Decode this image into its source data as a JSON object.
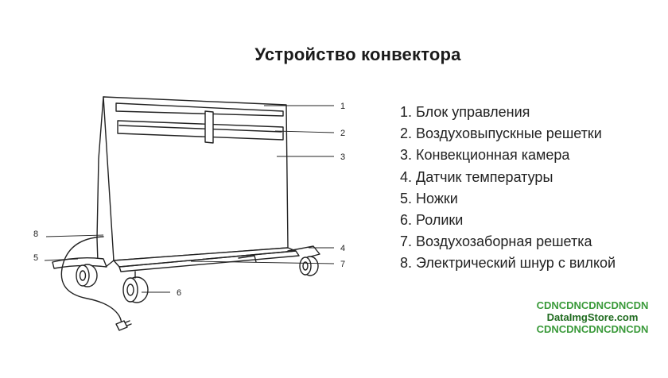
{
  "title": "Устройство конвектора",
  "callouts": [
    "1",
    "2",
    "3",
    "4",
    "5",
    "6",
    "7",
    "8"
  ],
  "legend": [
    "1. Блок управления",
    "2. Воздуховыпускные решетки",
    "3. Конвекционная камера",
    "4. Датчик температуры",
    "5. Ножки",
    "6. Ролики",
    "7. Воздухозаборная решетка",
    "8. Электрический шнур с вилкой"
  ],
  "watermark": {
    "line1": "CDNCDNCDNCDNCDN",
    "line2": "DataImgStore.com",
    "line3": "CDNCDNCDNCDNCDN"
  },
  "colors": {
    "watermark_green": "#3a9a3a",
    "watermark_dark_green": "#1f6b1f",
    "outline": "#222222"
  }
}
